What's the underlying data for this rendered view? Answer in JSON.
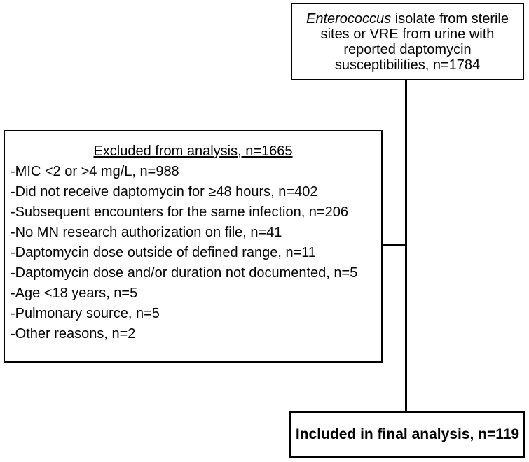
{
  "top_box": {
    "italic_word": "Enterococcus",
    "line1_rest": " isolate from sterile",
    "line2": "sites or VRE from urine with",
    "line3": "reported daptomycin",
    "line4": "susceptibilities, n=1784"
  },
  "excluded_box": {
    "title": "Excluded from analysis, n=1665",
    "items": [
      "-MIC <2 or >4 mg/L, n=988",
      "-Did not receive daptomycin for ≥48 hours, n=402",
      "-Subsequent encounters for the same infection, n=206",
      "-No MN research authorization on file, n=41",
      "-Daptomycin dose outside of defined range, n=11",
      "-Daptomycin dose and/or duration not documented, n=5",
      "-Age <18 years, n=5",
      "-Pulmonary source, n=5",
      "-Other reasons, n=2"
    ]
  },
  "included_box": {
    "label": "Included in final analysis, n=119"
  },
  "colors": {
    "line": "#000000",
    "background": "#ffffff",
    "text": "#000000"
  }
}
